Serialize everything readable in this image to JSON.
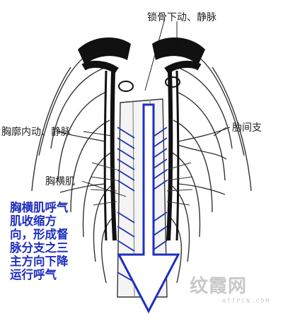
{
  "labels": {
    "subclavian": "锁骨下动、静脉",
    "internal_thoracic": "胸廓内动、静脉",
    "intercostal": "肋间支",
    "transversus": "胸横肌"
  },
  "note": {
    "lines": [
      "胸横肌呼气",
      "肌收缩方",
      "向，形成督",
      "脉分支之三",
      "主方向下降",
      "运行呼气"
    ]
  },
  "watermark": {
    "main": "纹霞网",
    "url": "HTTPCN.COM"
  },
  "colors": {
    "arrow": "#1f2fbf",
    "ink": "#111111",
    "note": "#1f2fbf",
    "watermark": "#c8c8c8"
  }
}
